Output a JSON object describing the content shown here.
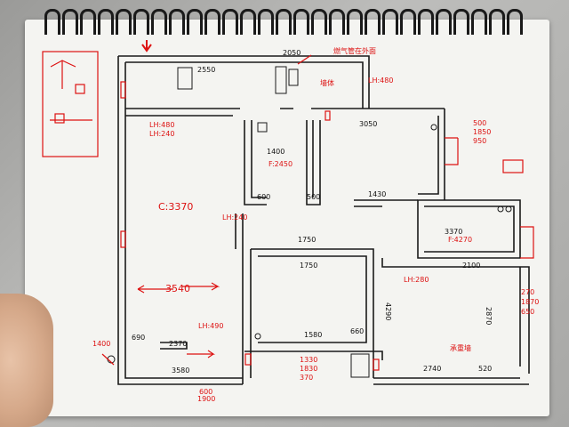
{
  "sketch": {
    "labels": {
      "black": [
        {
          "id": "d2550",
          "text": "2550"
        },
        {
          "id": "d2050",
          "text": "2050"
        },
        {
          "id": "d3050",
          "text": "3050"
        },
        {
          "id": "d1750a",
          "text": "1750"
        },
        {
          "id": "d1750b",
          "text": "1750"
        },
        {
          "id": "d1580",
          "text": "1580"
        },
        {
          "id": "d2370",
          "text": "2370"
        },
        {
          "id": "d3580",
          "text": "3580"
        },
        {
          "id": "d2100",
          "text": "2100"
        },
        {
          "id": "d2740",
          "text": "2740"
        },
        {
          "id": "d520",
          "text": "520"
        },
        {
          "id": "d1430",
          "text": "1430"
        },
        {
          "id": "d600",
          "text": "600"
        },
        {
          "id": "d500",
          "text": "500"
        },
        {
          "id": "d1400",
          "text": "1400"
        },
        {
          "id": "d3370",
          "text": "3370"
        },
        {
          "id": "d2870",
          "text": "2870"
        },
        {
          "id": "d4290",
          "text": "4290"
        },
        {
          "id": "d690",
          "text": "690"
        },
        {
          "id": "d660",
          "text": "660"
        }
      ],
      "red": [
        {
          "id": "r1",
          "text": "燃气管在外面"
        },
        {
          "id": "r2",
          "text": "墙体"
        },
        {
          "id": "r3",
          "text": "LH:480"
        },
        {
          "id": "r4",
          "text": "LH:480"
        },
        {
          "id": "r5",
          "text": "LH:240"
        },
        {
          "id": "r6",
          "text": "C:3370"
        },
        {
          "id": "r7",
          "text": "3540"
        },
        {
          "id": "r8",
          "text": "F:2450"
        },
        {
          "id": "r9",
          "text": "F:4270"
        },
        {
          "id": "r10",
          "text": "承重墙"
        },
        {
          "id": "r11",
          "text": "LH:490"
        },
        {
          "id": "r12",
          "text": "LH:280"
        },
        {
          "id": "r13",
          "text": "500"
        },
        {
          "id": "r14",
          "text": "1850"
        },
        {
          "id": "r15",
          "text": "950"
        },
        {
          "id": "r16",
          "text": "270"
        },
        {
          "id": "r17",
          "text": "1870"
        },
        {
          "id": "r18",
          "text": "650"
        },
        {
          "id": "r19",
          "text": "1900"
        },
        {
          "id": "r20",
          "text": "600"
        },
        {
          "id": "r21",
          "text": "1330"
        },
        {
          "id": "r22",
          "text": "1830"
        },
        {
          "id": "r23",
          "text": "370"
        },
        {
          "id": "r24",
          "text": "1400"
        },
        {
          "id": "r25",
          "text": "LH:240"
        }
      ]
    }
  }
}
